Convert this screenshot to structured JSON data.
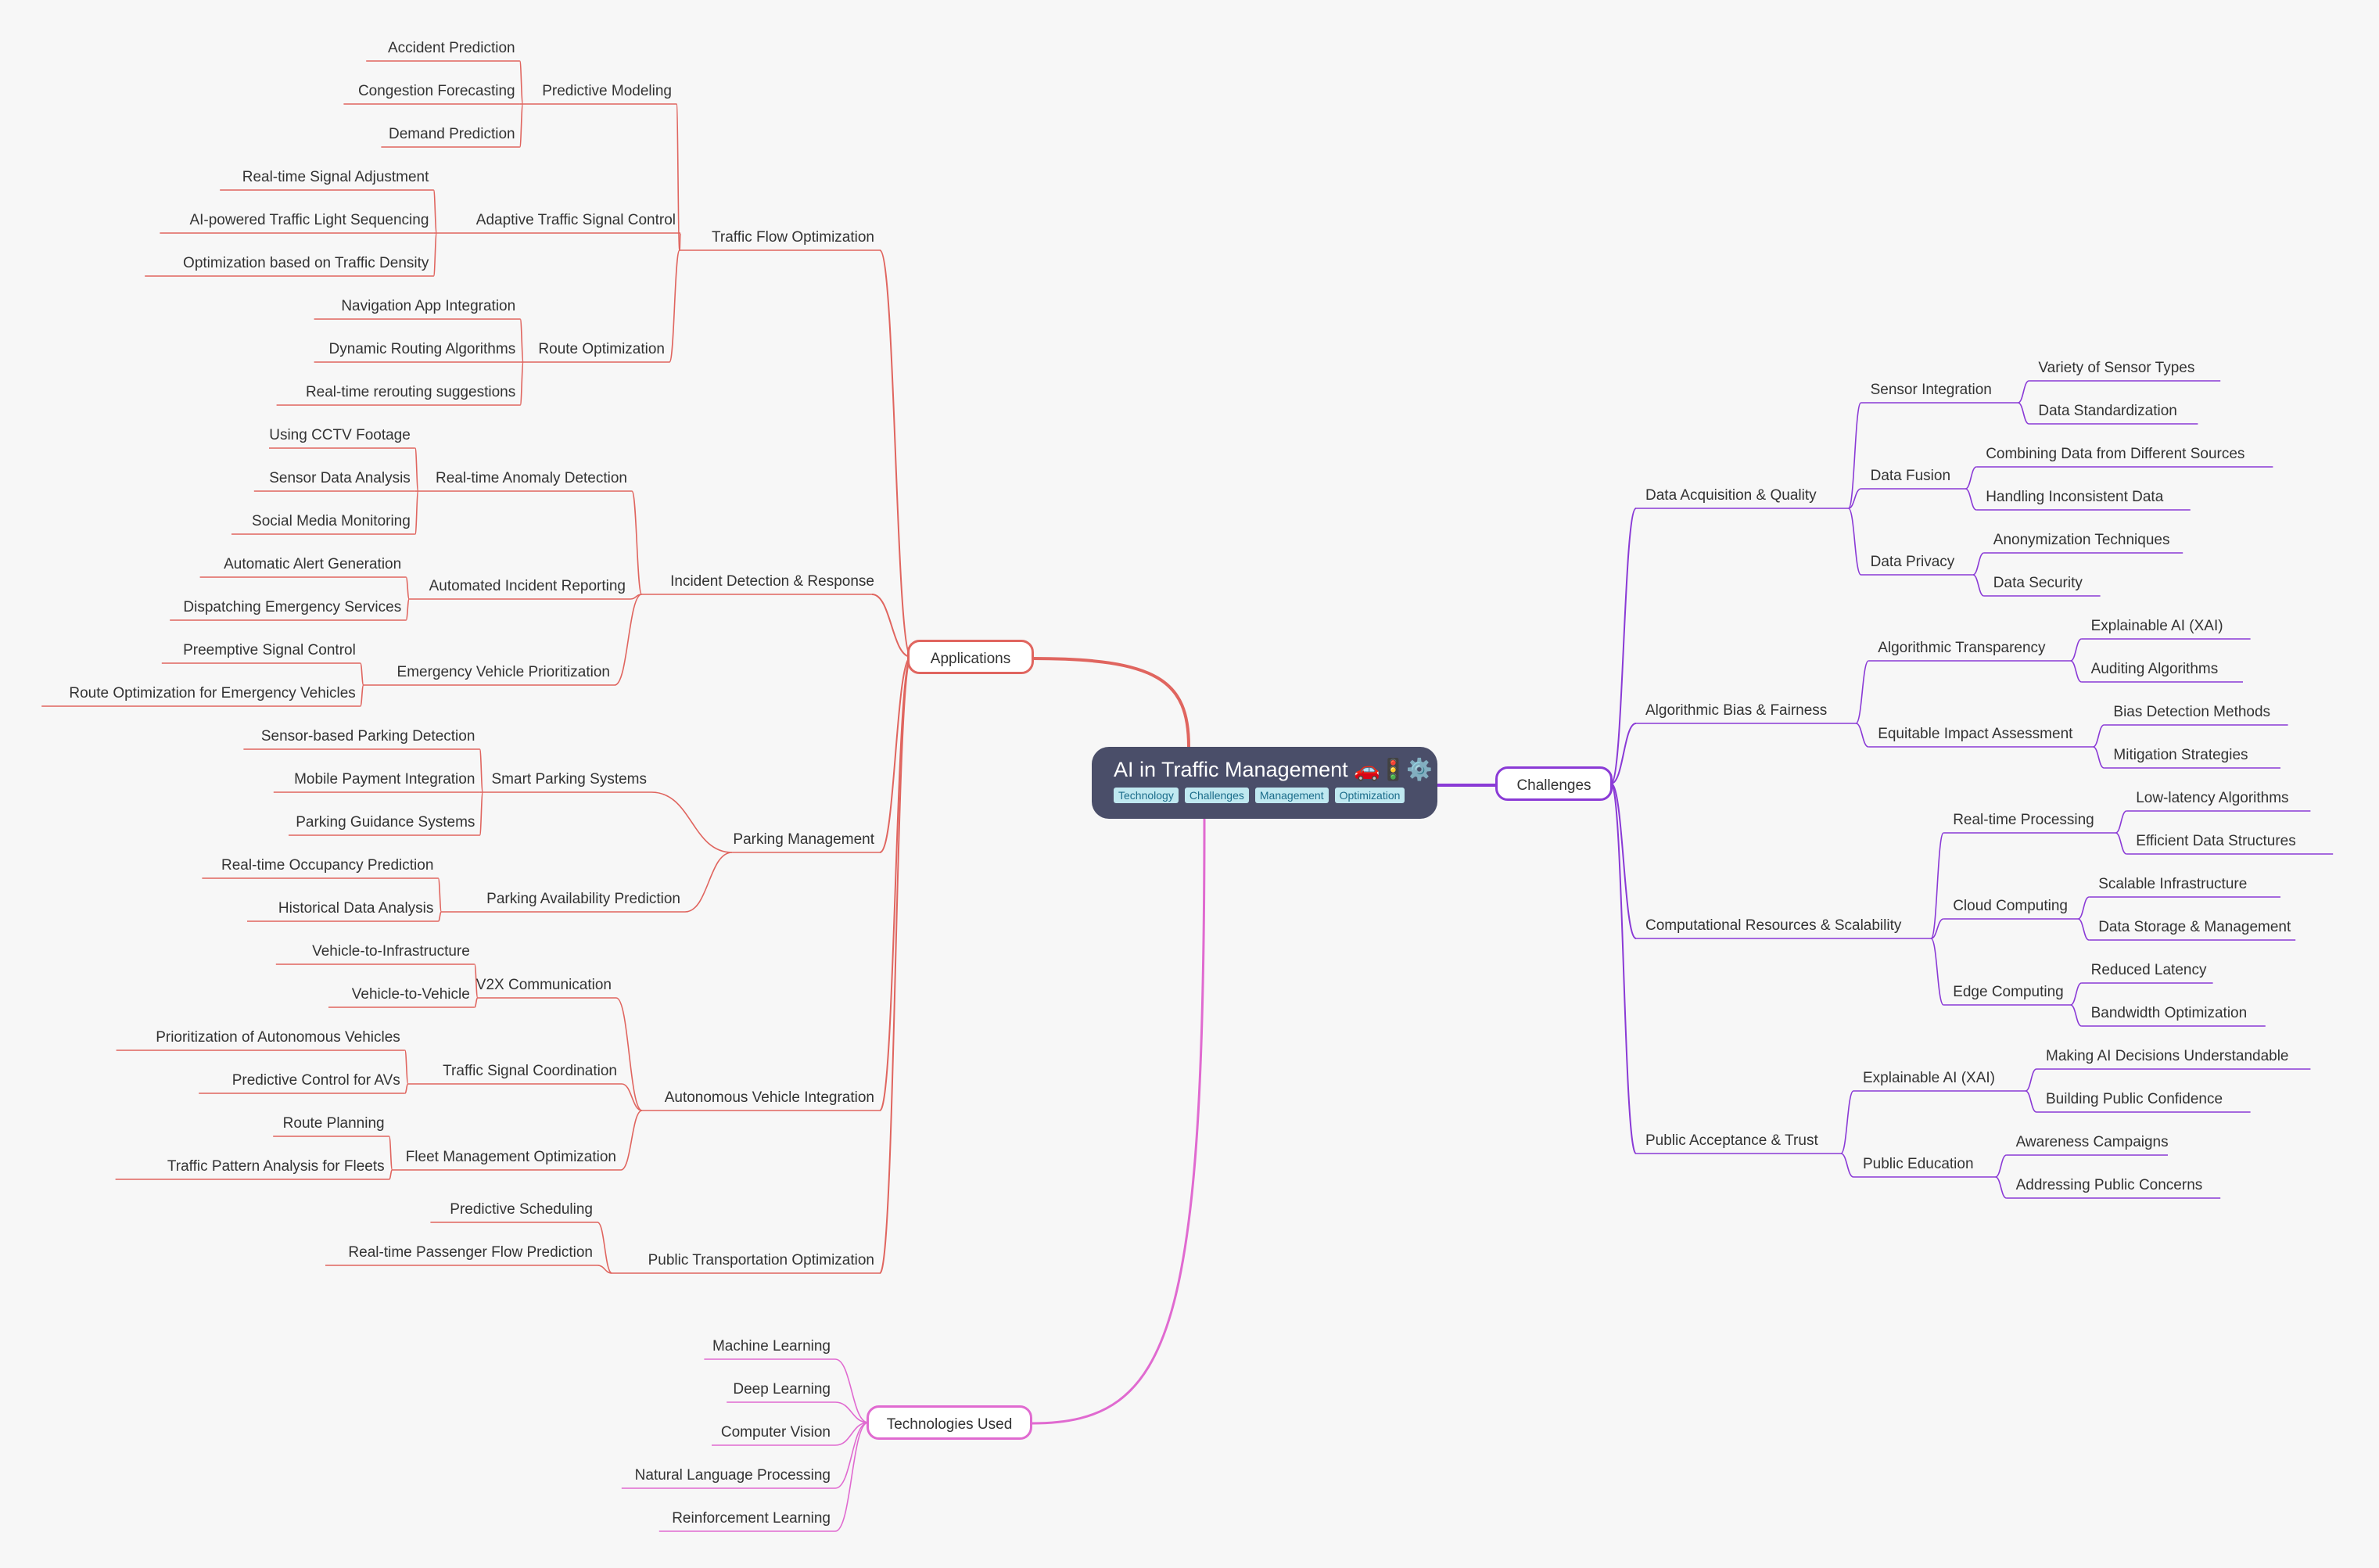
{
  "colors": {
    "applications": "#e0655f",
    "challenges": "#8a3ad6",
    "technologies": "#e06ad0",
    "root_bg": "#4a4e69"
  },
  "root": {
    "title": "AI in Traffic Management 🚗🚦⚙️",
    "tags": [
      "Technology",
      "Challenges",
      "Management",
      "Optimization"
    ]
  },
  "branches": [
    {
      "label": "Applications",
      "color": "#e0655f",
      "side": "left",
      "children": [
        {
          "label": "Traffic Flow Optimization",
          "children": [
            {
              "label": "Predictive Modeling",
              "children": [
                "Accident Prediction",
                "Congestion Forecasting",
                "Demand Prediction"
              ]
            },
            {
              "label": "Adaptive Traffic Signal Control",
              "children": [
                "Real-time Signal Adjustment",
                "AI-powered Traffic Light Sequencing",
                "Optimization based on Traffic Density"
              ]
            },
            {
              "label": "Route Optimization",
              "children": [
                "Navigation App Integration",
                "Dynamic Routing Algorithms",
                "Real-time rerouting suggestions"
              ]
            }
          ]
        },
        {
          "label": "Incident Detection & Response",
          "children": [
            {
              "label": "Real-time Anomaly Detection",
              "children": [
                "Using CCTV Footage",
                "Sensor Data Analysis",
                "Social Media Monitoring"
              ]
            },
            {
              "label": "Automated Incident Reporting",
              "children": [
                "Automatic Alert Generation",
                "Dispatching Emergency Services"
              ]
            },
            {
              "label": "Emergency Vehicle Prioritization",
              "children": [
                "Preemptive Signal Control",
                "Route Optimization for Emergency Vehicles"
              ]
            }
          ]
        },
        {
          "label": "Parking Management",
          "children": [
            {
              "label": "Smart Parking Systems",
              "children": [
                "Sensor-based Parking Detection",
                "Mobile Payment Integration",
                "Parking Guidance Systems"
              ]
            },
            {
              "label": "Parking Availability Prediction",
              "children": [
                "Real-time Occupancy Prediction",
                "Historical Data Analysis"
              ]
            }
          ]
        },
        {
          "label": "Autonomous Vehicle Integration",
          "children": [
            {
              "label": "V2X Communication",
              "children": [
                "Vehicle-to-Infrastructure",
                "Vehicle-to-Vehicle"
              ]
            },
            {
              "label": "Traffic Signal Coordination",
              "children": [
                "Prioritization of Autonomous Vehicles",
                "Predictive Control for AVs"
              ]
            },
            {
              "label": "Fleet Management Optimization",
              "children": [
                "Route Planning",
                "Traffic Pattern Analysis for Fleets"
              ]
            }
          ]
        },
        {
          "label": "Public Transportation Optimization",
          "children": [
            "Predictive Scheduling",
            "Real-time Passenger Flow Prediction"
          ]
        }
      ]
    },
    {
      "label": "Technologies Used",
      "color": "#e06ad0",
      "side": "left",
      "children": [
        "Machine Learning",
        "Deep Learning",
        "Computer Vision",
        "Natural Language Processing",
        "Reinforcement Learning"
      ]
    },
    {
      "label": "Challenges",
      "color": "#8a3ad6",
      "side": "right",
      "children": [
        {
          "label": "Data Acquisition & Quality",
          "children": [
            {
              "label": "Sensor Integration",
              "children": [
                "Variety of Sensor Types",
                "Data Standardization"
              ]
            },
            {
              "label": "Data Fusion",
              "children": [
                "Combining Data from Different Sources",
                "Handling Inconsistent Data"
              ]
            },
            {
              "label": "Data Privacy",
              "children": [
                "Anonymization Techniques",
                "Data Security"
              ]
            }
          ]
        },
        {
          "label": "Algorithmic Bias & Fairness",
          "children": [
            {
              "label": "Algorithmic Transparency",
              "children": [
                "Explainable AI (XAI)",
                "Auditing Algorithms"
              ]
            },
            {
              "label": "Equitable Impact Assessment",
              "children": [
                "Bias Detection Methods",
                "Mitigation Strategies"
              ]
            }
          ]
        },
        {
          "label": "Computational Resources & Scalability",
          "children": [
            {
              "label": "Real-time Processing",
              "children": [
                "Low-latency Algorithms",
                "Efficient Data Structures"
              ]
            },
            {
              "label": "Cloud Computing",
              "children": [
                "Scalable Infrastructure",
                "Data Storage & Management"
              ]
            },
            {
              "label": "Edge Computing",
              "children": [
                "Reduced Latency",
                "Bandwidth Optimization"
              ]
            }
          ]
        },
        {
          "label": "Public Acceptance & Trust",
          "children": [
            {
              "label": "Explainable AI (XAI)",
              "children": [
                "Making AI Decisions Understandable",
                "Building Public Confidence"
              ]
            },
            {
              "label": "Public Education",
              "children": [
                "Awareness Campaigns",
                "Addressing Public Concerns"
              ]
            }
          ]
        }
      ]
    }
  ]
}
